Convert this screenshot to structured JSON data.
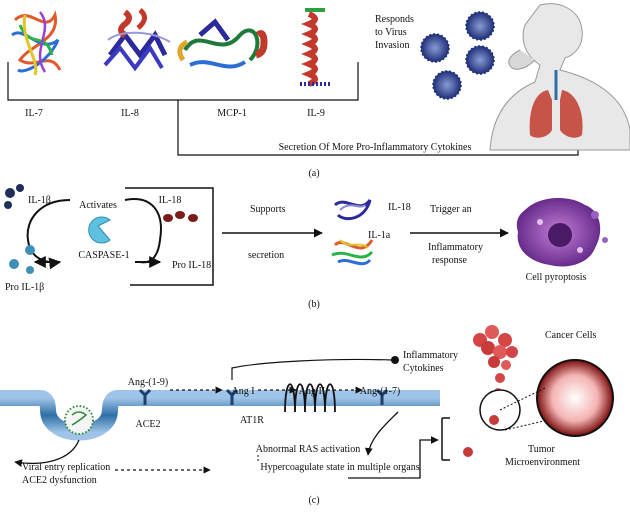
{
  "panel_a": {
    "cytokines": [
      "IL-7",
      "IL-8",
      "MCP-1",
      "IL-9"
    ],
    "responds_lines": [
      "Responds",
      "to Virus",
      "Invasion"
    ],
    "secretion": "Secretion Of More Pro-Inflammatory Cytokines",
    "caption": "(a)"
  },
  "panel_b": {
    "il1b": "IL-1β",
    "activates": "Activates",
    "il18": "IL-18",
    "caspase": "CASPASE-1",
    "pro_il18": "Pro IL-18",
    "pro_il1b": "Pro IL-1β",
    "supports": "Supports",
    "secretion": "secretion",
    "il18_out": "IL-18",
    "il1a": "IL-1a",
    "trigger": "Trigger an",
    "inflammatory": "Inflammatory",
    "response": "response",
    "pyroptosis": "Cell pyroptosis",
    "caption": "(b)"
  },
  "panel_c": {
    "cancer_cells": "Cancer Cells",
    "inflammatory_lines": [
      "Inflammatory",
      "Cytokines"
    ],
    "ang19": "Ang-(1-9)",
    "ang1": "Ang I",
    "ang2": "Ang II",
    "ang17": "Ang-(1-7)",
    "ace2": "ACE2",
    "at1r": "AT1R",
    "abnormal_ras": "Abnormal RAS activation",
    "hypercoagulate": "Hypercoagulate state in multiple organs",
    "viral_lines": [
      "Viral entry replication",
      "ACE2 dysfunction"
    ],
    "tumor_lines": [
      "Tumor",
      "Microenvironment"
    ],
    "caption": "(c)"
  },
  "colors": {
    "membrane": "#2f6fa6",
    "lung": "#c0392b",
    "virus": "#2b3f8c",
    "cell": "#7b3f9e",
    "cancer": "#d64545"
  }
}
